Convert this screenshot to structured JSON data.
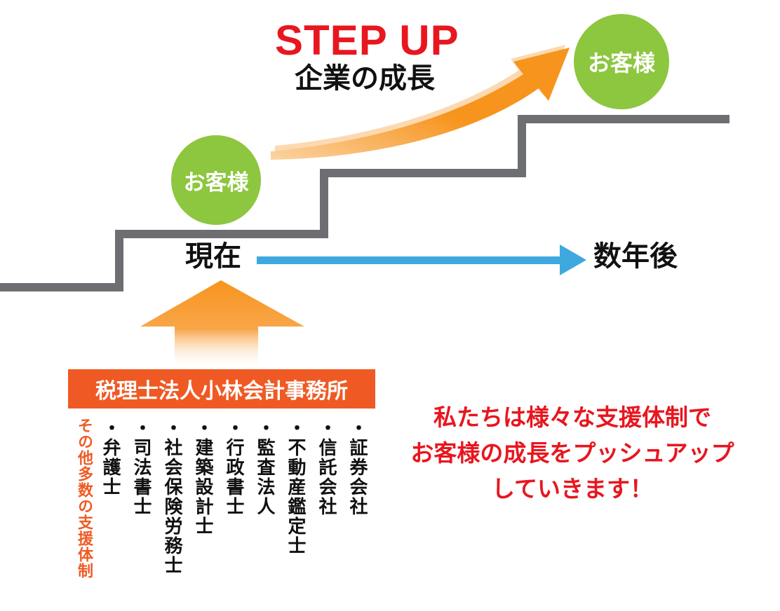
{
  "title": {
    "stepup": "STEP UP",
    "growth": "企業の成長"
  },
  "customer_label": "お客様",
  "timeline": {
    "now": "現在",
    "future": "数年後"
  },
  "firm_name": "税理士法人小林会計事務所",
  "partners": [
    "・証券会社",
    "・信託会社",
    "・不動産鑑定士",
    "・監査法人",
    "・行政書士",
    "・建築設計士",
    "・社会保険労務士",
    "・司法書士",
    "・弁護士"
  ],
  "others_label": "その他多数の支援体制",
  "message": {
    "line1": "私たちは様々な支援体制で",
    "line2": "お客様の成長をプッシュアップ",
    "line3": "していきます！"
  },
  "colors": {
    "red": "#e8161f",
    "orange": "#ef5a24",
    "arrow_orange": "#f7941d",
    "green": "#8dc63f",
    "blue": "#3fa9df",
    "stair_gray": "#6d6e71"
  }
}
